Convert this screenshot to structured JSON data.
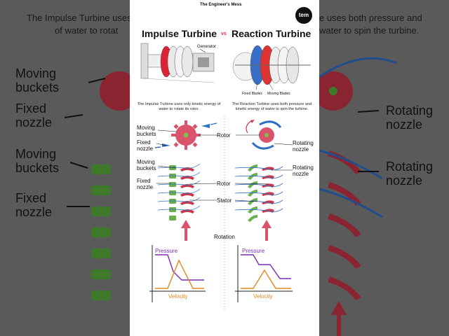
{
  "background": {
    "top_left_text": "The Impulse Turbine uses",
    "top_left_text_2": "of water to rotat",
    "top_right_text": "e uses both pressure and",
    "top_right_text_2": "water to spin the turbine.",
    "left_labels": [
      "Moving\nbuckets",
      "Fixed\nnozzle",
      "Moving\nbuckets",
      "Fixed\nnozzle"
    ],
    "right_labels": [
      "Rotating\nnozzle",
      "Rotating\nnozzle"
    ]
  },
  "card": {
    "brand": "The Engineer's Mess",
    "logo": "tem",
    "title_left": "Impulse Turbine",
    "vs": "vs",
    "title_right": "Reaction Turbine",
    "generator_label": "Generator",
    "fixed_blades_label": "Fixed Blades",
    "moving_blades_label": "Moving Blades",
    "impulse_caption": "The Impulse Turbine uses only kinetic energy of water to rotate its rotor.",
    "reaction_caption": "The Reaction Turbine uses both pressure and kinetic energy of water to spin the turbine.",
    "moving_buckets": "Moving buckets",
    "fixed_nozzle": "Fixed nozzle",
    "rotor": "Rotor",
    "rotating_nozzle": "Rotating nozzle",
    "moving_buckets_2": "Moving buckets",
    "fixed_nozzle_2": "Fixed nozzle",
    "rotor_2": "Rotor",
    "stator": "Stator",
    "rotating_nozzle_2": "Rotating nozzle",
    "rotation": "Rotation",
    "pressure_left": "Pressure",
    "velocity_left": "Velocity",
    "pressure_right": "Pressure",
    "velocity_right": "Velocity"
  },
  "colors": {
    "pressure": "#7a2bb5",
    "velocity": "#e08a1e",
    "bucket_red": "#c9374a",
    "stator_green": "#6ab04c",
    "flow_blue": "#2f6fc4"
  }
}
